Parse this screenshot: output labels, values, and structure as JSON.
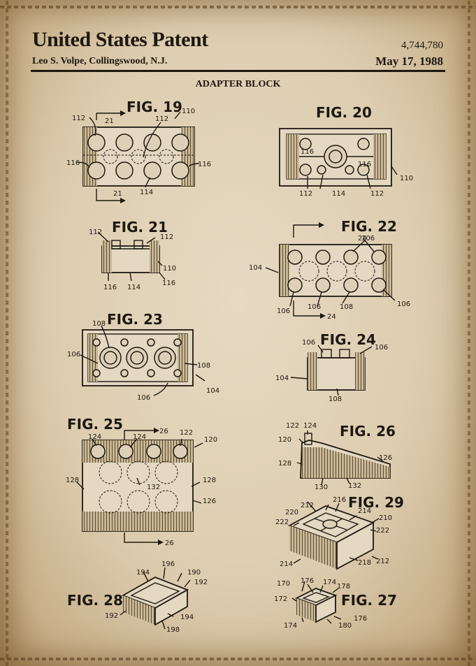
{
  "header": {
    "title": "United States Patent",
    "number": "4,744,780",
    "inventor": "Leo S. Volpe, Collingswood, N.J.",
    "date": "May 17, 1988"
  },
  "drawing_title": "ADAPTER BLOCK",
  "figures": {
    "fig19": {
      "label": "FIG. 19",
      "refs": [
        "112",
        "110",
        "21",
        "112",
        "116",
        "116",
        "114",
        "21"
      ]
    },
    "fig20": {
      "label": "FIG. 20",
      "refs": [
        "116",
        "116",
        "112",
        "114",
        "112",
        "110"
      ]
    },
    "fig21": {
      "label": "FIG. 21",
      "refs": [
        "112",
        "112",
        "110",
        "116",
        "114",
        "116"
      ]
    },
    "fig22": {
      "label": "FIG. 22",
      "refs": [
        "24",
        "106",
        "104",
        "106",
        "106",
        "108",
        "106",
        "24"
      ]
    },
    "fig23": {
      "label": "FIG. 23",
      "refs": [
        "108",
        "106",
        "108",
        "104",
        "106"
      ]
    },
    "fig24": {
      "label": "FIG. 24",
      "refs": [
        "106",
        "106",
        "104",
        "108"
      ]
    },
    "fig25": {
      "label": "FIG. 25",
      "refs": [
        "26",
        "124",
        "124",
        "122",
        "120",
        "128",
        "132",
        "128",
        "126",
        "26"
      ]
    },
    "fig26": {
      "label": "FIG. 26",
      "refs": [
        "122",
        "124",
        "120",
        "128",
        "126",
        "130",
        "132"
      ]
    },
    "fig29": {
      "label": "FIG. 29",
      "refs": [
        "216",
        "212",
        "220",
        "214",
        "210",
        "222",
        "222",
        "214",
        "218",
        "212"
      ]
    },
    "fig28": {
      "label": "FIG. 28",
      "refs": [
        "194",
        "196",
        "190",
        "192",
        "192",
        "194",
        "198"
      ]
    },
    "fig27": {
      "label": "FIG. 27",
      "refs": [
        "176",
        "170",
        "174",
        "178",
        "172",
        "174",
        "176",
        "180"
      ]
    }
  }
}
